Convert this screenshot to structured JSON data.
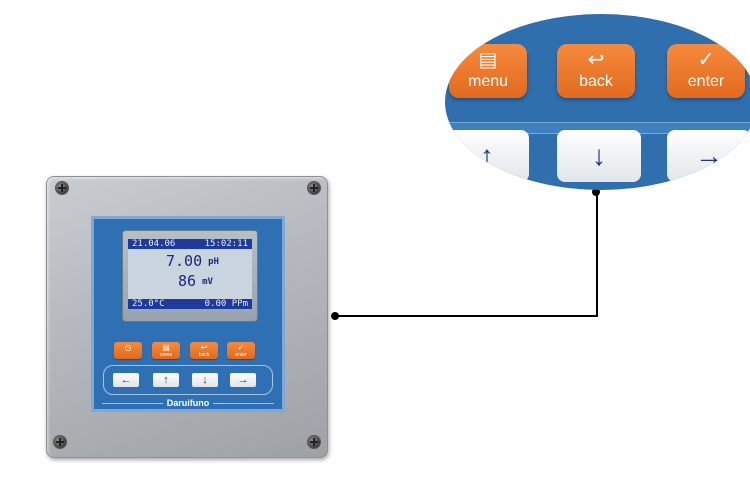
{
  "device": {
    "brand": "Daruifuno",
    "display": {
      "date": "21.04.06",
      "time": "15:02:11",
      "ph_value": "7.00",
      "ph_unit": "pH",
      "mv_value": "86",
      "mv_unit": "mV",
      "temperature": "25.0°C",
      "concentration": "0.00 PPm"
    },
    "function_keys": [
      {
        "glyph": "◷",
        "label": ""
      },
      {
        "glyph": "▤",
        "label": "menu"
      },
      {
        "glyph": "↩",
        "label": "back"
      },
      {
        "glyph": "✓",
        "label": "enter"
      }
    ],
    "arrow_keys": [
      {
        "glyph": "←"
      },
      {
        "glyph": "↑"
      },
      {
        "glyph": "↓"
      },
      {
        "glyph": "→"
      }
    ]
  },
  "zoom": {
    "keys": [
      {
        "glyph": "▤",
        "label": "menu"
      },
      {
        "glyph": "↩",
        "label": "back"
      },
      {
        "glyph": "✓",
        "label": "enter"
      }
    ],
    "arrow_keys": [
      {
        "glyph": "↑"
      },
      {
        "glyph": "↓"
      },
      {
        "glyph": "→"
      }
    ]
  },
  "colors": {
    "panel_blue": "#2f70b4",
    "key_orange": "#f07a2e",
    "housing_gray": "#b4b8bc"
  }
}
